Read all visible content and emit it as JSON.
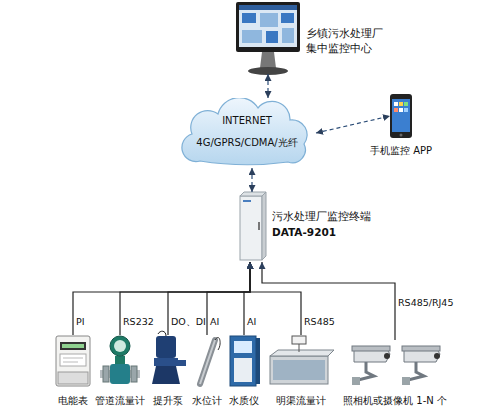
{
  "diagram": {
    "nodes": [
      {
        "text": [
          "乡镇污水处理厂 集中监控中心"
        ]
      },
      {
        "text": [
          "INTERNET",
          "4G/GPRS/CDMA/光纤"
        ]
      },
      {
        "text": [
          "手机监控 APP"
        ]
      },
      {
        "text": [
          "污水处理厂监控终端",
          "DATA-9201"
        ]
      },
      {
        "text": [
          "电能表"
        ]
      },
      {
        "text": [
          "管道流量计"
        ]
      },
      {
        "text": [
          "提升泵"
        ]
      },
      {
        "text": [
          "水位计"
        ]
      },
      {
        "text": [
          "水质仪"
        ]
      },
      {
        "text": [
          "明渠流量计"
        ]
      },
      {
        "text": [
          "照相机或摄像机 1-N 个"
        ]
      }
    ],
    "edges": [
      {
        "from": 0,
        "to": 1,
        "arrow": "both"
      },
      {
        "from": 1,
        "to": 2,
        "arrow": "both"
      },
      {
        "from": 1,
        "to": 3,
        "arrow": "both"
      },
      {
        "from": 4,
        "to": 3,
        "arrow": "to",
        "label": "PI"
      },
      {
        "from": 5,
        "to": 3,
        "arrow": "to",
        "label": "RS232"
      },
      {
        "from": 6,
        "to": 3,
        "arrow": "to",
        "label": "DO、DI"
      },
      {
        "from": 7,
        "to": 3,
        "arrow": "to",
        "label": "AI"
      },
      {
        "from": 8,
        "to": 3,
        "arrow": "to",
        "label": "AI"
      },
      {
        "from": 9,
        "to": 3,
        "arrow": "to",
        "label": "RS485"
      },
      {
        "from": 10,
        "to": 3,
        "arrow": "to",
        "label": "RS485/RJ45"
      }
    ]
  }
}
